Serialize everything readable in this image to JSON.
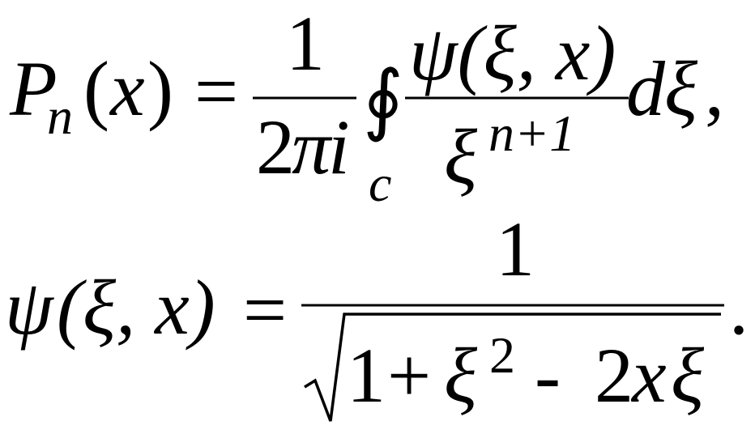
{
  "formula": {
    "line1": {
      "lhs_symbol": "P",
      "lhs_subscript": "n",
      "lhs_open": "(",
      "lhs_var": "x",
      "lhs_close": ")",
      "equals": "=",
      "coef_numerator": "1",
      "coef_denominator_two": "2",
      "coef_denominator_pi": "π",
      "coef_denominator_i": "i",
      "integral_sign": "∮",
      "integral_contour": "c",
      "integrand_numerator": "ψ(ξ, x)",
      "integrand_denominator_base": "ξ",
      "integrand_denominator_exponent": "n+1",
      "differential_d": "d",
      "differential_var": "ξ",
      "trailing_comma": ","
    },
    "line2": {
      "lhs_symbol": "ψ",
      "lhs_args": "(ξ, x)",
      "equals": "=",
      "numerator": "1",
      "radicand_one": "1",
      "radicand_plus": "+",
      "radicand_xi": "ξ",
      "radicand_exponent": "2",
      "radicand_minus": "-",
      "radicand_two": "2",
      "radicand_x": "x",
      "radicand_xi_end": "ξ",
      "trailing_period": "."
    }
  }
}
